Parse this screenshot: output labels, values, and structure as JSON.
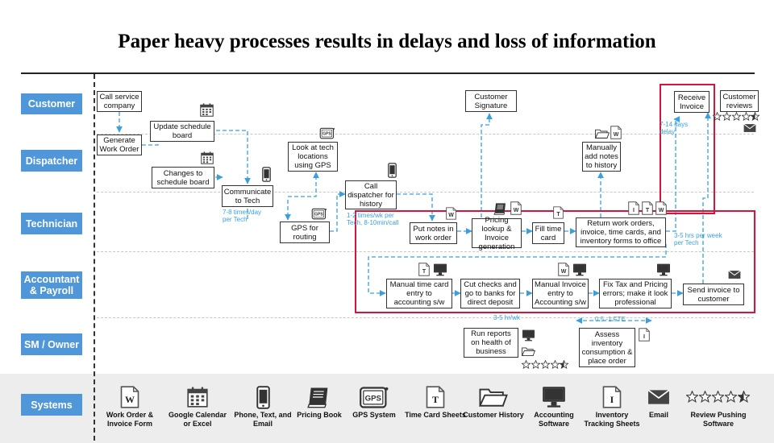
{
  "title": "Paper heavy processes results in delays and loss of information",
  "lanes": [
    "Customer",
    "Dispatcher",
    "Technician",
    "Accountant & Payroll",
    "SM / Owner",
    "Systems"
  ],
  "steps": {
    "call_service": "Call service company",
    "generate_wo": "Generate Work Order",
    "update_board": "Update schedule board",
    "changes_board": "Changes to schedule board",
    "communicate_tech": "Communicate to Tech",
    "look_gps": "Look at tech locations using GPS",
    "gps_routing": "GPS for routing",
    "call_dispatcher": "Call dispatcher for history",
    "put_notes": "Put notes in work order",
    "customer_signature": "Customer Signature",
    "pricing_lookup": "Pricing lookup & Invoice generation",
    "fill_time_card": "Fill time card",
    "return_work_orders": "Return work orders, invoice, time cards, and inventory forms to office",
    "manually_add_notes": "Manually add notes to history",
    "receive_invoice": "Receive Invoice",
    "customer_reviews": "Customer reviews",
    "manual_time_card": "Manual time card entry to accounting s/w",
    "cut_checks": "Cut checks and go to banks for direct deposit",
    "manual_invoice": "Manual Invoice entry to Accounting s/w",
    "fix_tax": "Fix Tax and Pricing errors; make it look professional",
    "send_invoice": "Send invoice to customer",
    "run_reports": "Run reports on health of business",
    "assess_inventory": "Assess inventory consumption & place order"
  },
  "notes": {
    "times_per_day": "7-8 times/day per Tech",
    "times_per_week": "1-2 times/wk per Tech, 8-10min/call",
    "delay": "7-14 days delay",
    "hrs_per_week": "3-5 hrs per week per Tech",
    "hr_wk": "3-5 hr/wk",
    "fte": "0.5 -1 FTE"
  },
  "systems": [
    {
      "label": "Work Order & Invoice Form",
      "icon": "work-order-icon"
    },
    {
      "label": "Google Calendar or Excel",
      "icon": "calendar-icon"
    },
    {
      "label": "Phone, Text, and Email",
      "icon": "phone-icon"
    },
    {
      "label": "Pricing Book",
      "icon": "book-icon"
    },
    {
      "label": "GPS System",
      "icon": "gps-icon"
    },
    {
      "label": "Time Card Sheets",
      "icon": "time-card-icon"
    },
    {
      "label": "Customer History",
      "icon": "folder-icon"
    },
    {
      "label": "Accounting Software",
      "icon": "monitor-icon"
    },
    {
      "label": "Inventory Tracking Sheets",
      "icon": "inventory-sheet-icon"
    },
    {
      "label": "Email",
      "icon": "envelope-icon"
    },
    {
      "label": "Review Pushing Software",
      "icon": "stars-icon"
    }
  ],
  "icon_glyphs": {
    "work_order": "W",
    "time_card": "T",
    "inventory": "I",
    "gps": "GPS"
  },
  "colors": {
    "lane_label": "#4f97d9",
    "flow_line": "#3aa0dd",
    "highlight": "#d6143c",
    "systems_band": "#ededed"
  }
}
